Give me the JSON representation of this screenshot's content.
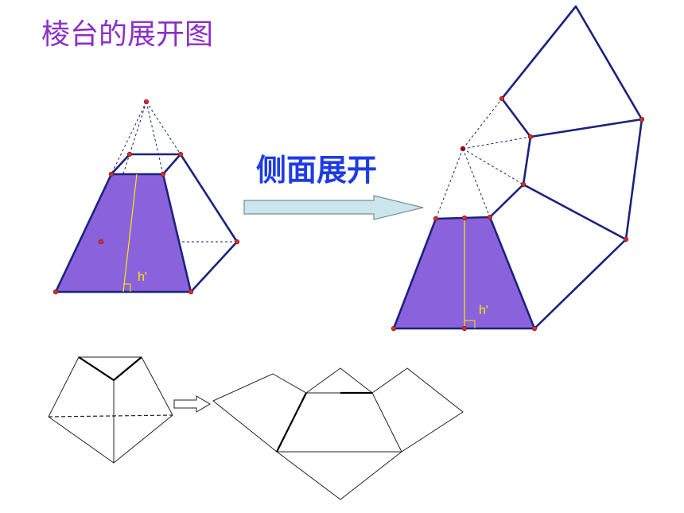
{
  "title": "棱台的展开图",
  "subtitle": "侧面展开",
  "left_figure": {
    "height_label": "h'"
  },
  "right_figure": {
    "height_label": "h'"
  },
  "colors": {
    "title": "#8B2FC9",
    "subtitle": "#1E3BE6",
    "edge": "#1A237E",
    "face_fill": "#8A63DC",
    "vertex": "#D32F2F",
    "height_line": "#FFE600",
    "arrow_fill": "#CBE6EC"
  }
}
